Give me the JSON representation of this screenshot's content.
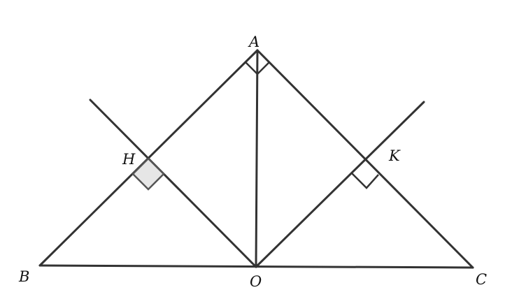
{
  "diagram": {
    "labels": {
      "A": "A",
      "B": "B",
      "C": "C",
      "O": "O",
      "H": "H",
      "K": "K"
    },
    "colors": {
      "stroke": "#333333",
      "shaded_right_angle_fill": "#e6e6e6"
    }
  }
}
